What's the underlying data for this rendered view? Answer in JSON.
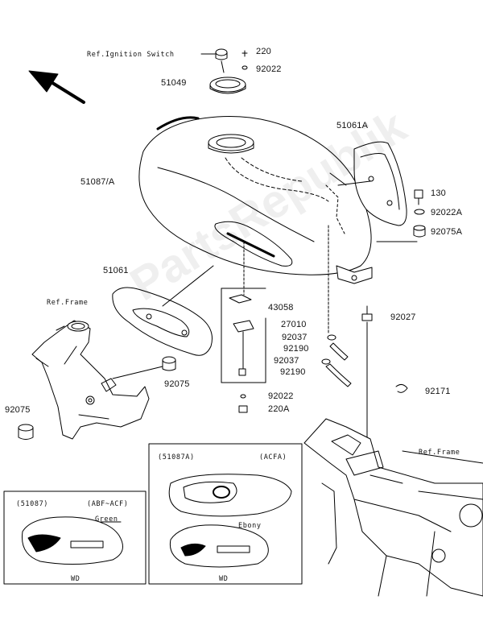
{
  "watermark": "PartsRepublik",
  "refs": {
    "ignition_switch": "Ref.Ignition Switch",
    "frame_left": "Ref.Frame",
    "frame_right": "Ref.Frame"
  },
  "parts": {
    "p220": "220",
    "p92022_top": "92022",
    "p51049": "51049",
    "p51061A": "51061A",
    "p51087A": "51087/A",
    "p130": "130",
    "p92022A": "92022A",
    "p92075A": "92075A",
    "p51061": "51061",
    "p43058": "43058",
    "p27010": "27010",
    "p92027": "92027",
    "p92037_a": "92037",
    "p92190_a": "92190",
    "p92037_b": "92037",
    "p92190_b": "92190",
    "p92075_mid": "92075",
    "p92171": "92171",
    "p92075_left": "92075",
    "p92022_bottom": "92022",
    "p220A": "220A"
  },
  "inset_right": {
    "part": "(51087A)",
    "code": "(ACFA)",
    "color": "Ebony",
    "region": "WD"
  },
  "inset_left": {
    "part": "(51087)",
    "code": "(ABF~ACF)",
    "color": "Green",
    "region": "WD"
  },
  "direction_arrow": "arrow-up-left-icon"
}
